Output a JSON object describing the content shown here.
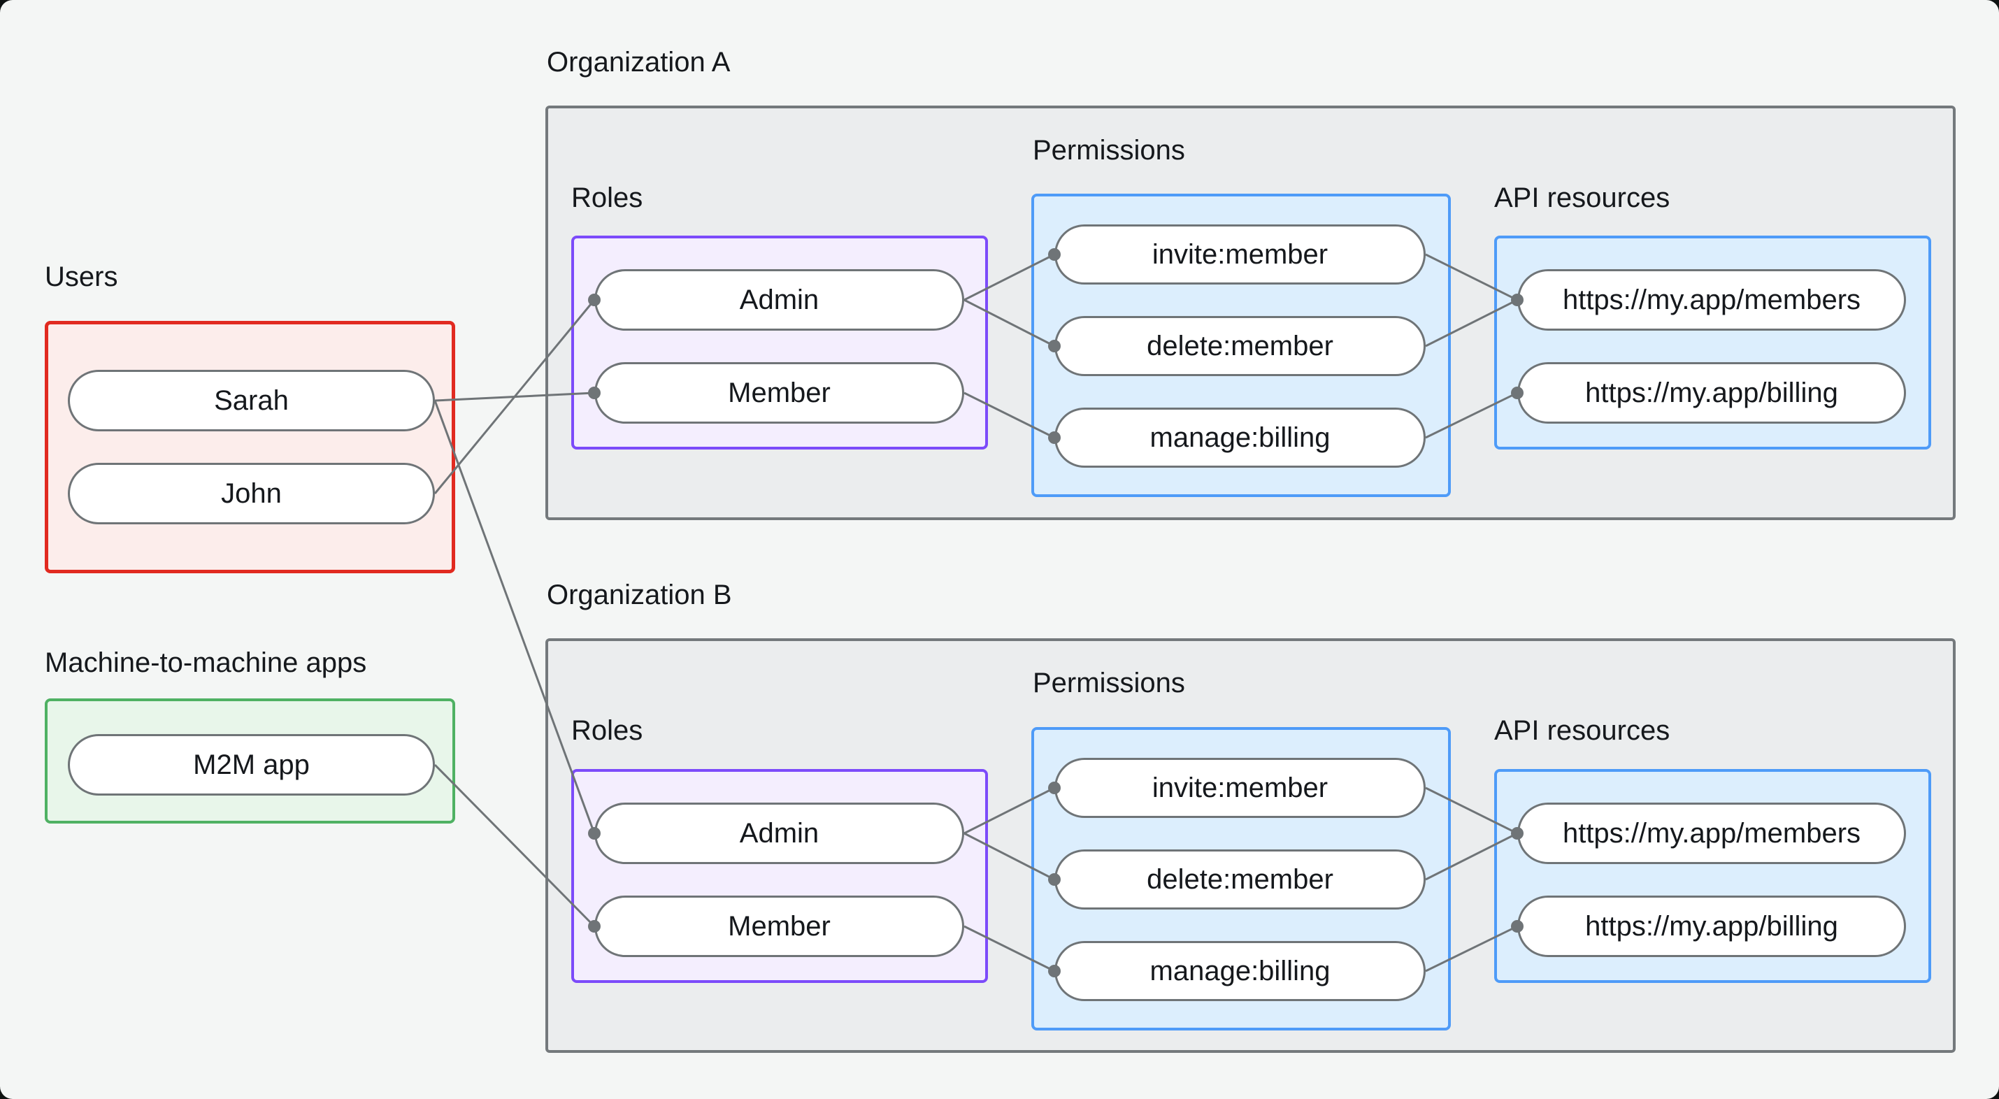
{
  "frame": {
    "background": "#f4f6f5",
    "outer_background": "#0f1312"
  },
  "palette": {
    "users_border": "#e12a20",
    "users_fill": "#fcedeb",
    "m2m_border": "#4fb163",
    "m2m_fill": "#e8f6ea",
    "org_border": "#74797c",
    "org_fill": "#ebedee",
    "roles_border": "#7c4bfa",
    "roles_fill": "#f4eefe",
    "blue_border": "#4e9bf8",
    "blue_fill": "#dceefd",
    "node_border": "#6f7477",
    "node_fill": "#ffffff",
    "connector": "#6f7477",
    "text": "#15181c"
  },
  "users": {
    "label": "Users",
    "nodes": [
      "Sarah",
      "John"
    ]
  },
  "m2m": {
    "label": "Machine-to-machine apps",
    "nodes": [
      "M2M app"
    ]
  },
  "orgs": [
    {
      "title": "Organization A",
      "roles_label": "Roles",
      "permissions_label": "Permissions",
      "api_label": "API resources",
      "roles": [
        "Admin",
        "Member"
      ],
      "permissions": [
        "invite:member",
        "delete:member",
        "manage:billing"
      ],
      "api_resources": [
        "https://my.app/members",
        "https://my.app/billing"
      ]
    },
    {
      "title": "Organization B",
      "roles_label": "Roles",
      "permissions_label": "Permissions",
      "api_label": "API resources",
      "roles": [
        "Admin",
        "Member"
      ],
      "permissions": [
        "invite:member",
        "delete:member",
        "manage:billing"
      ],
      "api_resources": [
        "https://my.app/members",
        "https://my.app/billing"
      ]
    }
  ],
  "edges": [
    {
      "from": "Sarah",
      "to": "Organization A / Member"
    },
    {
      "from": "John",
      "to": "Organization A / Admin"
    },
    {
      "from": "Sarah",
      "to": "Organization B / Admin"
    },
    {
      "from": "M2M app",
      "to": "Organization B / Member"
    },
    {
      "from": "Organization A / Admin",
      "to": "Organization A / invite:member"
    },
    {
      "from": "Organization A / Admin",
      "to": "Organization A / delete:member"
    },
    {
      "from": "Organization A / Member",
      "to": "Organization A / manage:billing"
    },
    {
      "from": "Organization A / invite:member",
      "to": "Organization A / https://my.app/members"
    },
    {
      "from": "Organization A / delete:member",
      "to": "Organization A / https://my.app/members"
    },
    {
      "from": "Organization A / manage:billing",
      "to": "Organization A / https://my.app/billing"
    },
    {
      "from": "Organization B / Admin",
      "to": "Organization B / invite:member"
    },
    {
      "from": "Organization B / Admin",
      "to": "Organization B / delete:member"
    },
    {
      "from": "Organization B / Member",
      "to": "Organization B / manage:billing"
    },
    {
      "from": "Organization B / invite:member",
      "to": "Organization B / https://my.app/members"
    },
    {
      "from": "Organization B / delete:member",
      "to": "Organization B / https://my.app/members"
    },
    {
      "from": "Organization B / manage:billing",
      "to": "Organization B / https://my.app/billing"
    }
  ]
}
